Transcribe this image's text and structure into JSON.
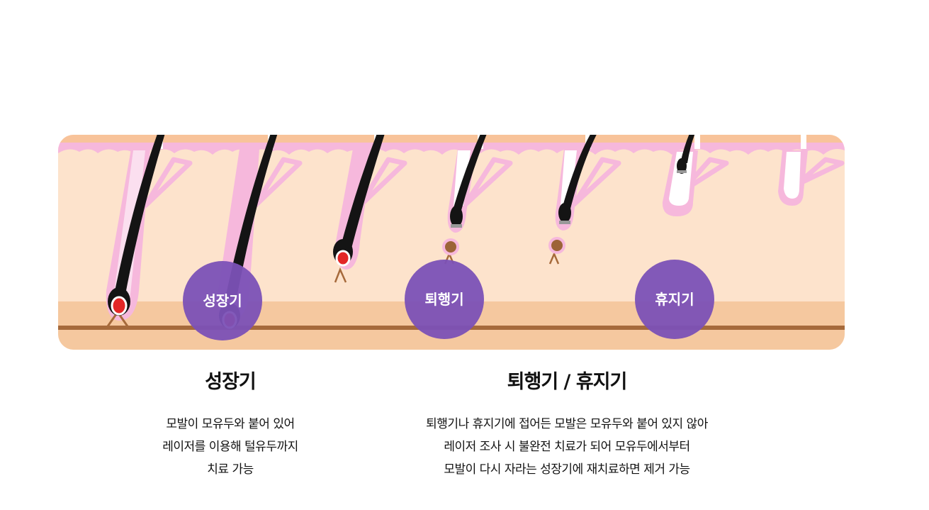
{
  "colors": {
    "skin": "#fde3cc",
    "skin_edge": "#f7cba5",
    "epidermis": "#f8c39a",
    "pink": "#f6b8dc",
    "dermis_band": "#f5c89f",
    "dermis_line": "#a66a3b",
    "hair": "#141414",
    "papilla_red": "#e32626",
    "papilla_brown": "#9c6437",
    "badge": "#7b51b6"
  },
  "badges": {
    "anagen": "성장기",
    "catagen": "퇴행기",
    "telogen": "휴지기"
  },
  "captions": {
    "left": {
      "title": "성장기",
      "lines": [
        "모발이 모유두와 붙어 있어",
        "레이저를 이용해 털유두까지",
        "치료 가능"
      ]
    },
    "right": {
      "title": "퇴행기 / 휴지기",
      "lines": [
        "퇴행기나 휴지기에 접어든 모발은 모유두와 붙어 있지 않아",
        "레이저 조사 시 불완전 치료가 되어 모유두에서부터",
        "모발이 다시 자라는 성장기에 재치료하면 제거 가능"
      ]
    }
  }
}
